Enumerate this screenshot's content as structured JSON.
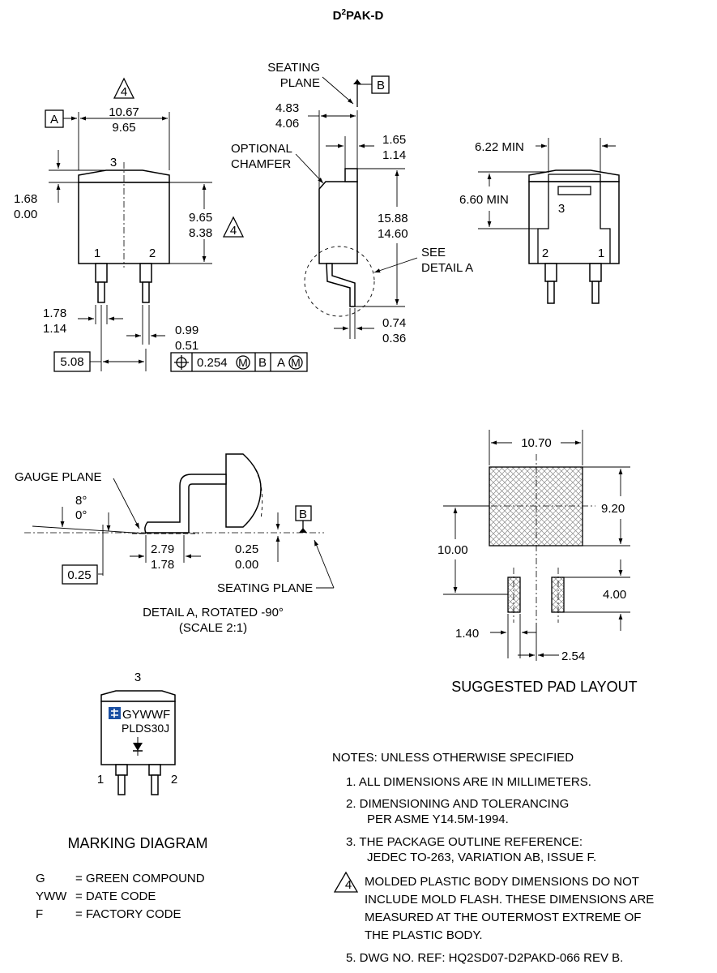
{
  "title": {
    "base": "D",
    "sup": "2",
    "rest": "PAK-D"
  },
  "top_view": {
    "datum_a": "A",
    "note_ref": "4",
    "width_max": "10.67",
    "width_min": "9.65",
    "tab_max": "1.68",
    "tab_min": "0.00",
    "height_max": "9.65",
    "height_min": "8.38",
    "pin3": "3",
    "pin1": "1",
    "pin2": "2",
    "lead_w_max": "1.78",
    "lead_w_min": "1.14",
    "lead_t_max": "0.99",
    "lead_t_min": "0.51",
    "pitch": "5.08",
    "fcf": {
      "symbol": "⊕",
      "tol": "0.254",
      "mod": "M",
      "datum_b": "B",
      "datum_a": "A",
      "mod2": "M"
    }
  },
  "side_view": {
    "seating": [
      "SEATING",
      "PLANE"
    ],
    "datum_b": "B",
    "thick_max": "4.83",
    "thick_min": "4.06",
    "chamfer": [
      "OPTIONAL",
      "CHAMFER"
    ],
    "tab_max": "1.65",
    "tab_min": "1.14",
    "total_max": "15.88",
    "total_min": "14.60",
    "see_detail": [
      "SEE",
      "DETAIL A"
    ],
    "lead_max": "0.74",
    "lead_min": "0.36"
  },
  "bottom_view": {
    "w_min": "6.22 MIN",
    "h_min": "6.60 MIN",
    "pin3": "3",
    "pin2": "2",
    "pin1": "1"
  },
  "detail_a": {
    "gauge_plane": "GAUGE PLANE",
    "angle_max": "8°",
    "angle_min": "0°",
    "datum_b": "B",
    "foot_max": "2.79",
    "foot_min": "1.78",
    "stand_max": "0.25",
    "stand_min": "0.00",
    "gauge": "0.25",
    "seating": "SEATING PLANE",
    "caption1": "DETAIL A, ROTATED -90°",
    "caption2": "(SCALE 2:1)"
  },
  "pad_layout": {
    "w": "10.70",
    "h": "9.20",
    "total": "10.00",
    "pad_h": "4.00",
    "pad_w": "1.40",
    "pitch": "2.54",
    "caption": "SUGGESTED PAD LAYOUT"
  },
  "marking": {
    "pin3": "3",
    "pin1": "1",
    "pin2": "2",
    "line1": "GYWWF",
    "line2": "PLDS30J",
    "caption": "MARKING DIAGRAM",
    "legend": [
      {
        "code": "G",
        "desc": "= GREEN COMPOUND"
      },
      {
        "code": "YWW",
        "desc": "= DATE CODE"
      },
      {
        "code": "F",
        "desc": "= FACTORY CODE"
      }
    ]
  },
  "notes": {
    "header": "NOTES: UNLESS OTHERWISE SPECIFIED",
    "n1": "1.  ALL DIMENSIONS ARE IN MILLIMETERS.",
    "n2a": "2.  DIMENSIONING AND TOLERANCING",
    "n2b": "PER ASME Y14.5M-1994.",
    "n3a": "3.  THE PACKAGE OUTLINE REFERENCE:",
    "n3b": "JEDEC TO-263, VARIATION AB, ISSUE F.",
    "n4num": "4",
    "n4a": "MOLDED PLASTIC BODY DIMENSIONS DO NOT",
    "n4b": "INCLUDE MOLD FLASH.  THESE DIMENSIONS ARE",
    "n4c": "MEASURED AT THE OUTERMOST EXTREME OF",
    "n4d": "THE PLASTIC BODY.",
    "n5": "5. DWG NO. REF: HQ2SD07-D2PAKD-066  REV B."
  },
  "colors": {
    "ink": "#000000",
    "paper": "#ffffff",
    "hatch": "#7a7a7a"
  }
}
